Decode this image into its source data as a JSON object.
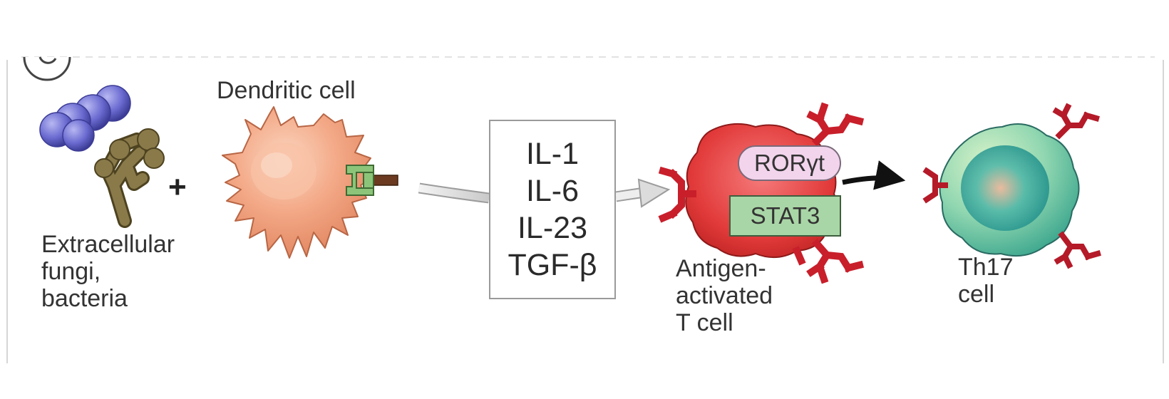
{
  "panel_letter": "C",
  "labels": {
    "microbes": "Extracellular\nfungi,\nbacteria",
    "plus": "+",
    "dendritic": "Dendritic cell",
    "antigen_t": "Antigen-\nactivated\nT cell",
    "th17": "Th17\ncell"
  },
  "cytokines": [
    "IL-1",
    "IL-6",
    "IL-23",
    "TGF-β"
  ],
  "transcription_factors": {
    "ror": "RORγt",
    "stat": "STAT3"
  },
  "colors": {
    "bacteria": "#6b6bd1",
    "fungi": "#7b6a3a",
    "dendritic_cell": "#f0a080",
    "receptor_green": "#8cc47a",
    "t_cell": "#e23a3a",
    "tcr_red": "#c81f2b",
    "th17_cell": "#3fb39a"
  }
}
